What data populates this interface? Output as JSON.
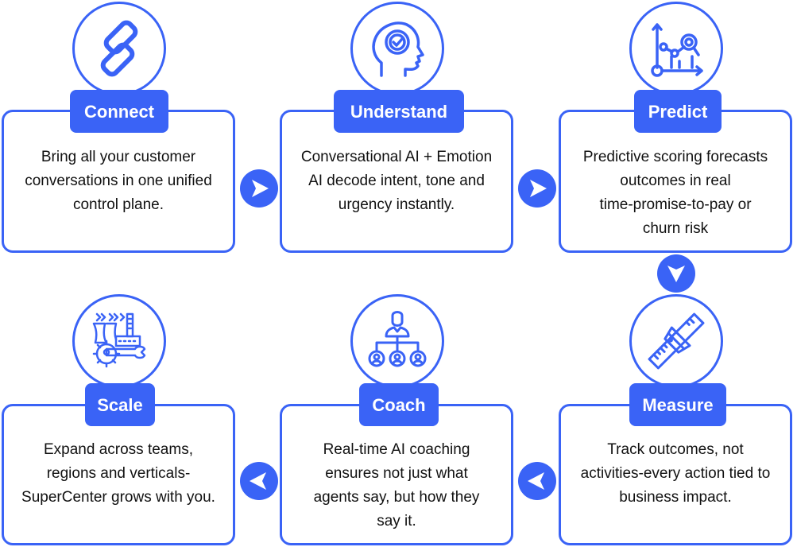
{
  "colors": {
    "accent": "#3a63f6",
    "text": "#111111",
    "background": "#ffffff"
  },
  "steps": [
    {
      "label": "Connect",
      "icon": "link-chain-icon",
      "lines": [
        "Bring all your customer",
        "conversations in one unified",
        "control plane."
      ]
    },
    {
      "label": "Understand",
      "icon": "head-checkmark-icon",
      "lines": [
        "Conversational AI + Emotion",
        "AI decode intent, tone and",
        "urgency instantly."
      ]
    },
    {
      "label": "Predict",
      "icon": "chart-magnifier-icon",
      "lines": [
        "Predictive scoring forecasts",
        "outcomes in real",
        "time-promise-to-pay or",
        "churn risk"
      ]
    },
    {
      "label": "Measure",
      "icon": "ruler-caliper-icon",
      "lines": [
        "Track outcomes, not",
        "activities-every action tied to",
        "business impact."
      ]
    },
    {
      "label": "Coach",
      "icon": "team-hierarchy-icon",
      "lines": [
        "Real-time AI coaching",
        "ensures not just what",
        "agents say, but how they",
        "say it."
      ]
    },
    {
      "label": "Scale",
      "icon": "factory-gear-wrench-icon",
      "lines": [
        "Expand across teams,",
        "regions and verticals-",
        "SuperCenter grows with you."
      ]
    }
  ],
  "arrows": [
    {
      "name": "arrow-connect-to-understand",
      "direction": "right"
    },
    {
      "name": "arrow-understand-to-predict",
      "direction": "right"
    },
    {
      "name": "arrow-predict-to-measure",
      "direction": "down"
    },
    {
      "name": "arrow-measure-to-coach",
      "direction": "left"
    },
    {
      "name": "arrow-coach-to-scale",
      "direction": "left"
    }
  ]
}
